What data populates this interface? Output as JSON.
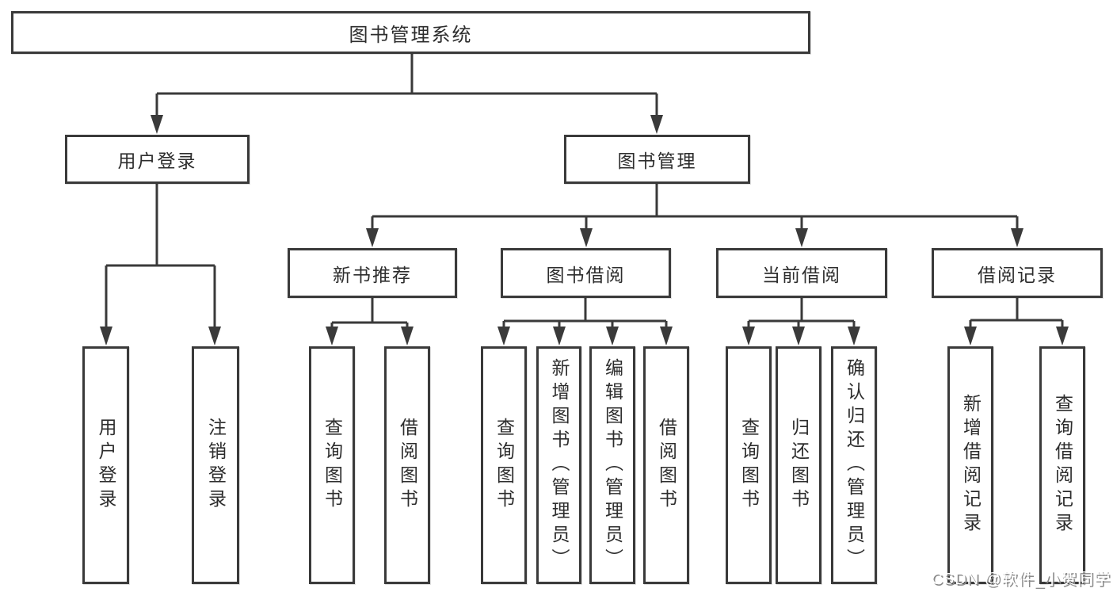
{
  "nodes": {
    "root": "图书管理系统",
    "user_login": "用户登录",
    "book_mgmt": "图书管理",
    "new_book_rec": "新书推荐",
    "book_borrow": "图书借阅",
    "current_borrow": "当前借阅",
    "borrow_records": "借阅记录",
    "leaf_user_login": "用户登录",
    "leaf_logout": "注销登录",
    "leaf_query_books_1": "查询图书",
    "leaf_borrow_books_1": "借阅图书",
    "leaf_query_books_2": "查询图书",
    "leaf_add_books": "新增图书（管理员）",
    "leaf_edit_books": "编辑图书（管理员）",
    "leaf_borrow_books_2": "借阅图书",
    "leaf_query_books_3": "查询图书",
    "leaf_return_books": "归还图书",
    "leaf_confirm_return": "确认归还（管理员）",
    "leaf_add_borrow_record": "新增借阅记录",
    "leaf_query_borrow_record": "查询借阅记录"
  },
  "watermark": "CSDN @软件_小贺同学",
  "colors": {
    "line": "#3a3a3a",
    "text": "#2d2d2d",
    "background": "#ffffff"
  }
}
